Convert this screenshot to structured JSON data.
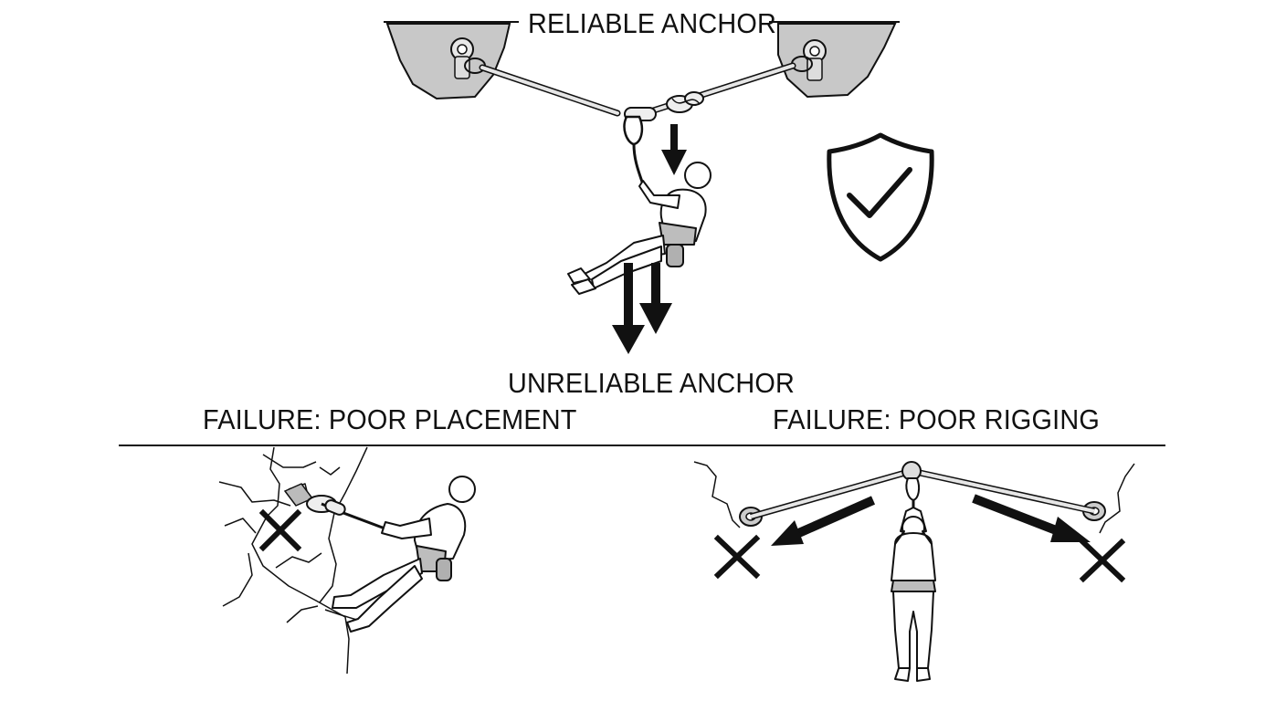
{
  "titles": {
    "reliable": "RELIABLE ANCHOR",
    "unreliable": "UNRELIABLE ANCHOR",
    "poor_placement": "FAILURE: POOR PLACEMENT",
    "poor_rigging": "FAILURE: POOR RIGGING"
  },
  "icons": {
    "success": "shield-check-icon",
    "failure": "x-mark-icon",
    "load_direction": "arrow-down-icon"
  },
  "colors": {
    "rock": "#c8c8c8",
    "line": "#111111",
    "rope": "#e6e6e6",
    "chalk_bag": "#b0b0b0"
  }
}
